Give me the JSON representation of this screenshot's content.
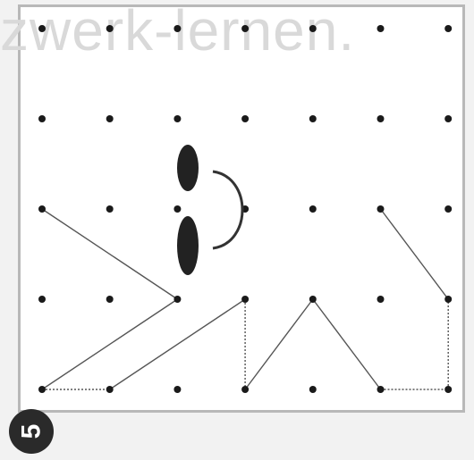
{
  "watermark_text": "zwerk-lernen.",
  "exercise_number": "5",
  "grid": {
    "columns": 7,
    "rows": 5
  },
  "colors": {
    "page": "#f2f2f2",
    "card": "#ffffff",
    "frame": "#b8b8b8",
    "dot": "#1a1a1a",
    "line": "#555555",
    "watermark": "#d9d9d9",
    "badge": "#2a2a2a"
  },
  "segments": [
    {
      "from": [
        0,
        2
      ],
      "to": [
        2,
        3
      ]
    },
    {
      "from": [
        2,
        3
      ],
      "to": [
        0,
        4
      ]
    },
    {
      "from": [
        0,
        4
      ],
      "to": [
        1,
        4
      ],
      "style": "dotted"
    },
    {
      "from": [
        1,
        4
      ],
      "to": [
        3,
        3
      ]
    },
    {
      "from": [
        3,
        3
      ],
      "to": [
        3,
        4
      ],
      "style": "dotted"
    },
    {
      "from": [
        3,
        4
      ],
      "to": [
        4,
        3
      ]
    },
    {
      "from": [
        4,
        3
      ],
      "to": [
        5,
        4
      ]
    },
    {
      "from": [
        5,
        4
      ],
      "to": [
        6,
        4
      ],
      "style": "dotted"
    },
    {
      "from": [
        6,
        4
      ],
      "to": [
        6,
        3
      ],
      "style": "dotted"
    },
    {
      "from": [
        6,
        3
      ],
      "to": [
        5,
        2
      ]
    }
  ],
  "icons": {
    "eyes": "eyes-icon",
    "mouth": "smile-icon"
  }
}
